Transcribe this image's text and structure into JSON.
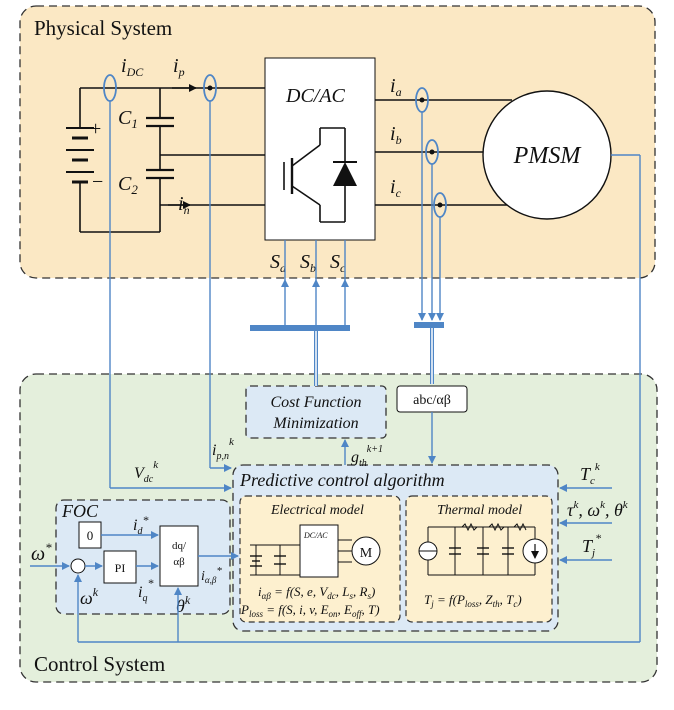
{
  "physical": {
    "title": "Physical System",
    "i_dc": "i",
    "i_dc_sub": "DC",
    "i_p": "i",
    "i_p_sub": "p",
    "i_n": "i",
    "i_n_sub": "n",
    "c1": "C",
    "c1_sub": "1",
    "c2": "C",
    "c2_sub": "2",
    "plus": "+",
    "minus": "−",
    "inverter": "DC/AC",
    "ia": "i",
    "ia_sub": "a",
    "ib": "i",
    "ib_sub": "b",
    "ic": "i",
    "ic_sub": "c",
    "motor": "PMSM",
    "sa": "S",
    "sa_sub": "a",
    "sb": "S",
    "sb_sub": "b",
    "sc": "S",
    "sc_sub": "c"
  },
  "control": {
    "title": "Control System",
    "cost_line1": "Cost Function",
    "cost_line2": "Minimization",
    "abc": "abc/αβ",
    "ipn": "i",
    "ipn_sup": "k",
    "ipn_sub": "p,n",
    "vdc": "V",
    "vdc_sup": "k",
    "vdc_sub": "dc",
    "gth": "g",
    "gth_sup": "k+1",
    "gth_sub": "th",
    "predictive": "Predictive control algorithm",
    "tc": "T",
    "tc_sup": "k",
    "tc_sub": "c",
    "tau": "τ",
    "tau_sup": "k",
    "omega_k": "ω",
    "omega_k_sup": "k",
    "theta_k": "θ",
    "theta_k_sup": "k",
    "tj": "T",
    "tj_sup": "*",
    "tj_sub": "j",
    "foc": {
      "title": "FOC",
      "zero": "0",
      "pi": "PI",
      "dq_top": "dq/",
      "dq_bottom": "αβ",
      "id": "i",
      "id_sub": "d",
      "id_sup": "*",
      "iq": "i",
      "iq_sub": "q",
      "iq_sup": "*",
      "omega_ref": "ω",
      "omega_ref_sup": "*",
      "omega_fb": "ω",
      "omega_fb_sup": "k",
      "theta": "θ",
      "theta_sup": "k",
      "iab": "i",
      "iab_sub": "α,β",
      "iab_sup": "*"
    },
    "electrical": {
      "title": "Electrical model",
      "dcac": "DC/AC",
      "motor": "M",
      "eq1": "i",
      "eq1_sub": "αβ",
      "eq1_rest": " = f(S, e, V",
      "eq1_sub2": "dc",
      "eq1_rest2": ", L",
      "eq1_sub3": "s",
      "eq1_rest3": ", R",
      "eq1_sub4": "s",
      "eq1_end": ")",
      "eq2": "P",
      "eq2_sub": "loss",
      "eq2_rest": " = f(S, i, v, E",
      "eq2_sub2": "on",
      "eq2_rest2": ", E",
      "eq2_sub3": "off",
      "eq2_end": ", T)"
    },
    "thermal": {
      "title": "Thermal model",
      "eq": "T",
      "eq_sub": "j",
      "eq_rest": " = f(P",
      "eq_sub2": "loss",
      "eq_rest2": ", Z",
      "eq_sub3": "th",
      "eq_rest3": ", T",
      "eq_sub4": "c",
      "eq_end": ")"
    }
  },
  "colors": {
    "physical_bg": "#fbe8c4",
    "control_bg": "#e4efdc",
    "predictive_bg": "#dce9f5",
    "signal": "#4f86c6",
    "model_bg": "#fdf0cf"
  }
}
